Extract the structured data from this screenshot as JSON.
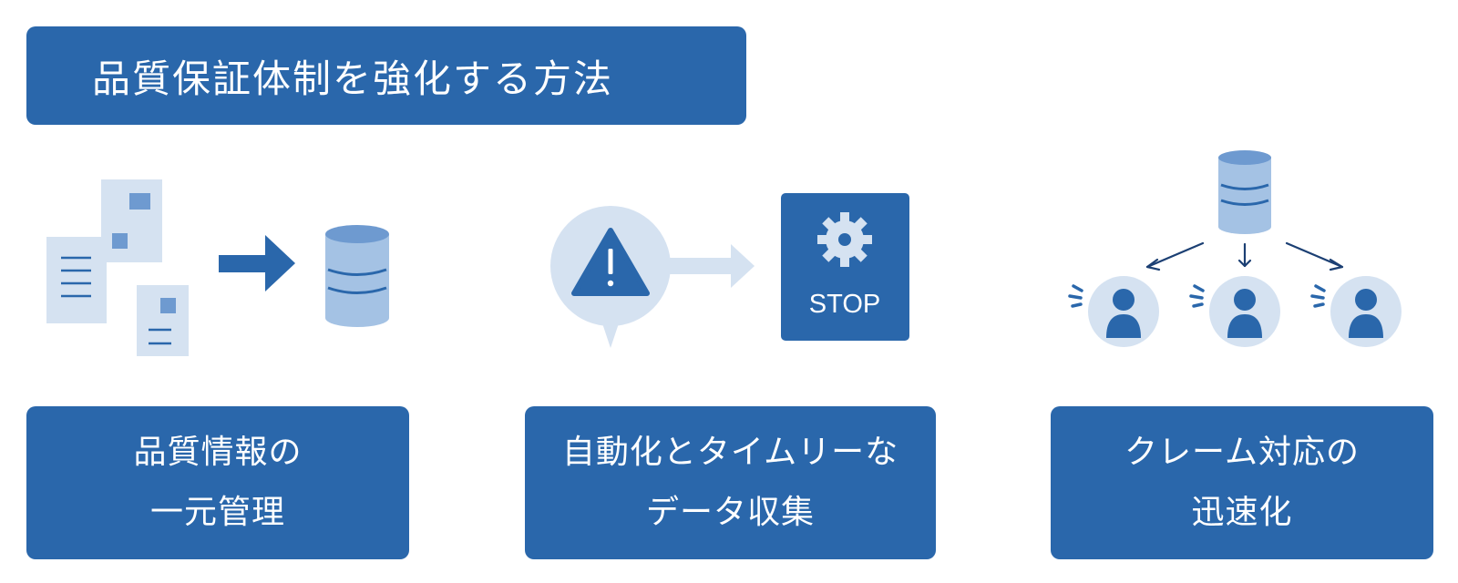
{
  "title": "品質保証体制を強化する方法",
  "items": [
    {
      "line1": "品質情報の",
      "line2": "一元管理"
    },
    {
      "line1": "自動化とタイムリーな",
      "line2": "データ収集"
    },
    {
      "line1": "クレーム対応の",
      "line2": "迅速化"
    }
  ],
  "stop_label": "STOP",
  "colors": {
    "primary": "#2a67ab",
    "light": "#a4c2e4",
    "pale": "#d5e2f1",
    "accent": "#6e9ad0",
    "white": "#ffffff"
  },
  "icons": [
    "document-icon",
    "arrow-right-icon",
    "database-icon",
    "warning-bubble-icon",
    "stop-gear-icon",
    "user-icon"
  ]
}
